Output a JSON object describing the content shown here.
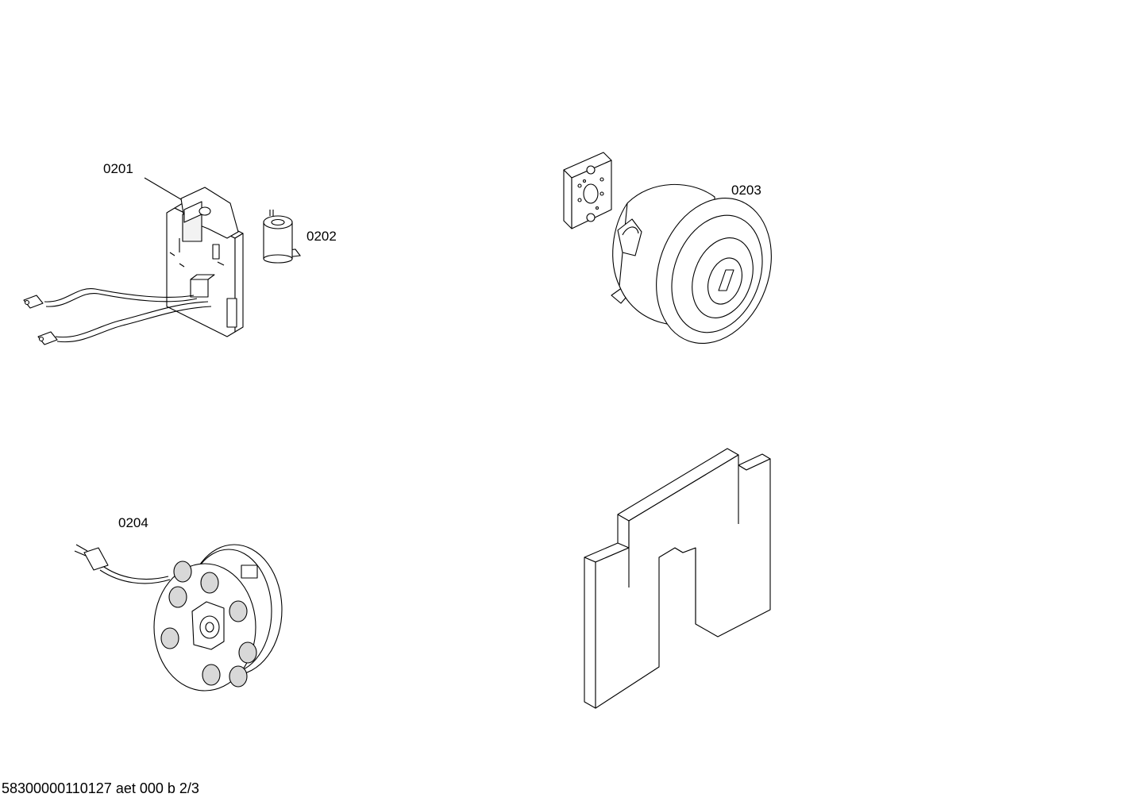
{
  "parts": [
    {
      "id": "0201"
    },
    {
      "id": "0202"
    },
    {
      "id": "0203"
    },
    {
      "id": "0204"
    }
  ],
  "footer": {
    "code": "58300000110127 aet 000 b 2/3"
  }
}
